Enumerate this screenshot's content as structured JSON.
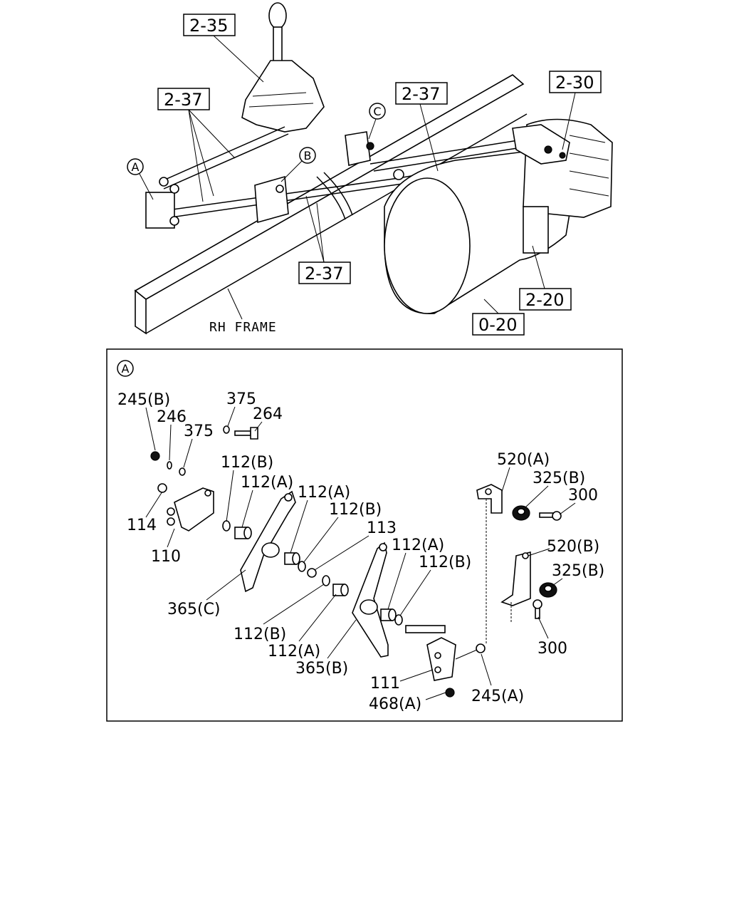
{
  "top_view": {
    "refs": [
      "2-35",
      "2-37",
      "2-37",
      "2-30",
      "2-37",
      "2-20",
      "0-20"
    ],
    "circles": [
      "A",
      "B",
      "C"
    ],
    "frame_label": "RH FRAME"
  },
  "detail_a": {
    "circle": "A",
    "parts": [
      "245(B)",
      "246",
      "375",
      "375",
      "264",
      "112(B)",
      "112(A)",
      "112(A)",
      "112(B)",
      "114",
      "110",
      "113",
      "365(C)",
      "112(B)",
      "112(A)",
      "365(B)",
      "112(A)",
      "112(B)",
      "111",
      "468(A)",
      "245(A)",
      "520(A)",
      "325(B)",
      "300",
      "520(B)",
      "325(B)",
      "300"
    ]
  }
}
